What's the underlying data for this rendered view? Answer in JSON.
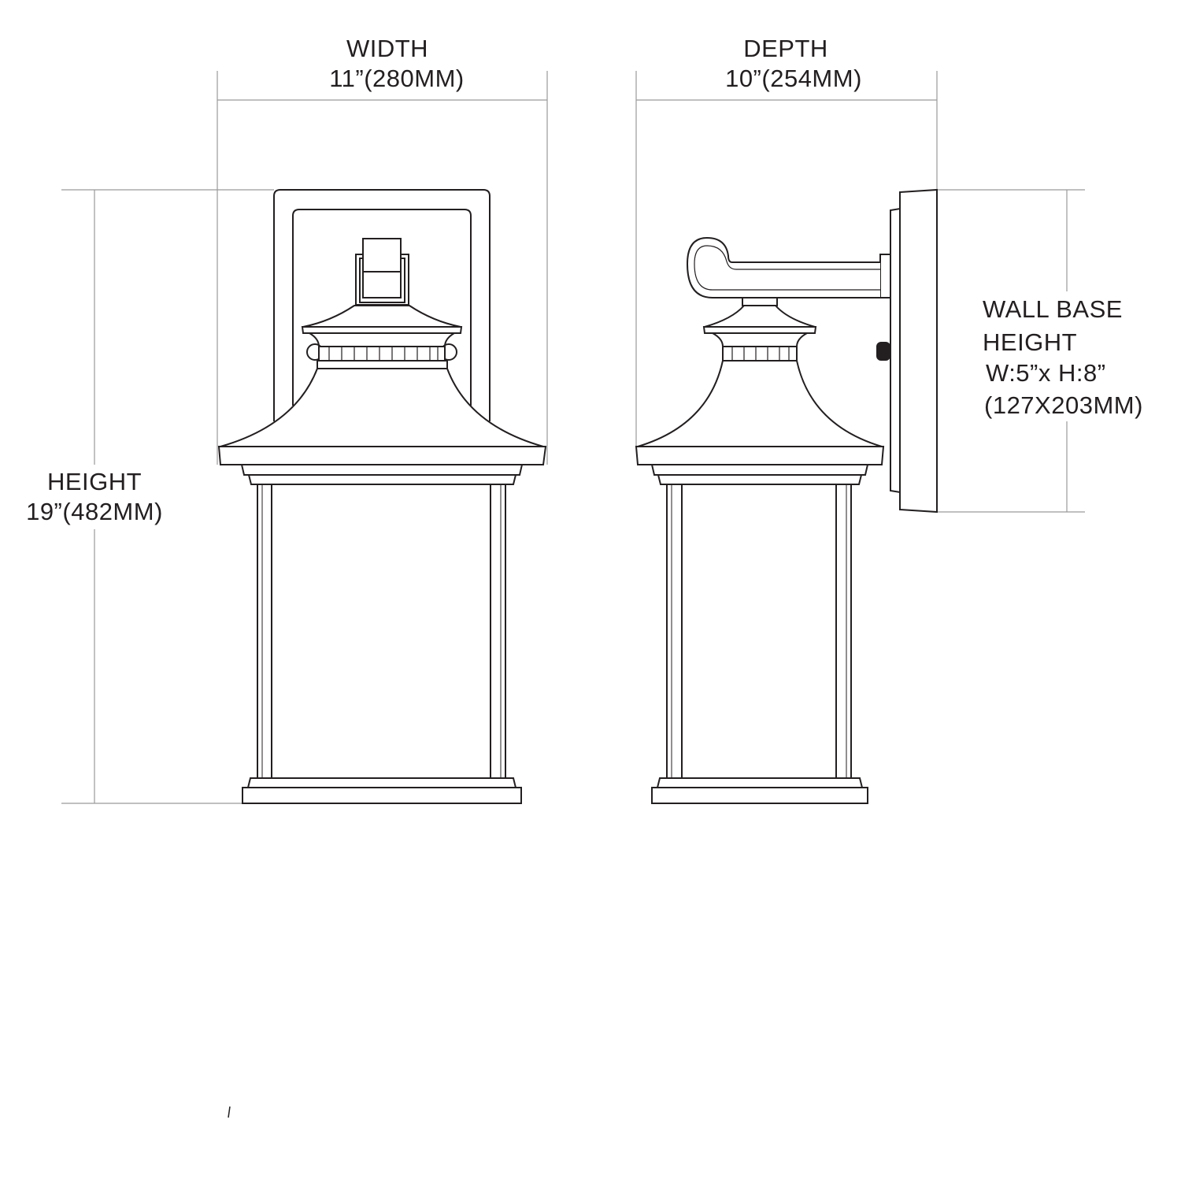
{
  "width_label": {
    "title": "WIDTH",
    "value": "11”(280MM)"
  },
  "depth_label": {
    "title": "DEPTH",
    "value": "10”(254MM)"
  },
  "height_label": {
    "title": "HEIGHT",
    "value": "19”(482MM)"
  },
  "wall_base": {
    "line1": "WALL BASE",
    "line2": "HEIGHT",
    "line3": "W:5”x H:8”",
    "line4": "(127X203MM)"
  },
  "colors": {
    "line": "#231f20",
    "dim_line": "#9a9a9a"
  }
}
